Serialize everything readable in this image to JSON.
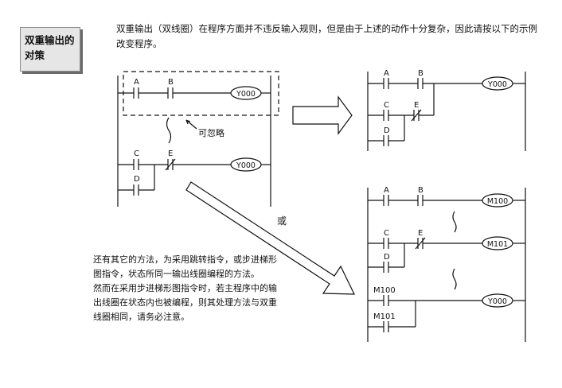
{
  "sidebar": {
    "title": "双重输出的对策"
  },
  "intro": {
    "text": "双重输出（双线圈）在程序方面并不违反输入规则，但是由于上述的动作十分复杂，因此请按以下的示例改变程序。"
  },
  "contacts": {
    "a": "A",
    "b": "B",
    "c": "C",
    "d": "D",
    "e": "E",
    "m100": "M100",
    "m101": "M101"
  },
  "coils": {
    "y000_first": "Y000",
    "y000_second": "Y000",
    "y000": "Y000",
    "m100": "M100",
    "m101": "M101"
  },
  "annotations": {
    "ignorable": "可忽略",
    "or": "或"
  },
  "note": {
    "para1": "还有其它的方法，为采用跳转指令，或步进梯形图指令，状态所同一输出线圈编程的方法。",
    "para2": "然而在采用步进梯形图指令时，若主程序中的输出线圈在状态内也被编程，则其处理方法与双重线圈相同，请务必注意。"
  }
}
